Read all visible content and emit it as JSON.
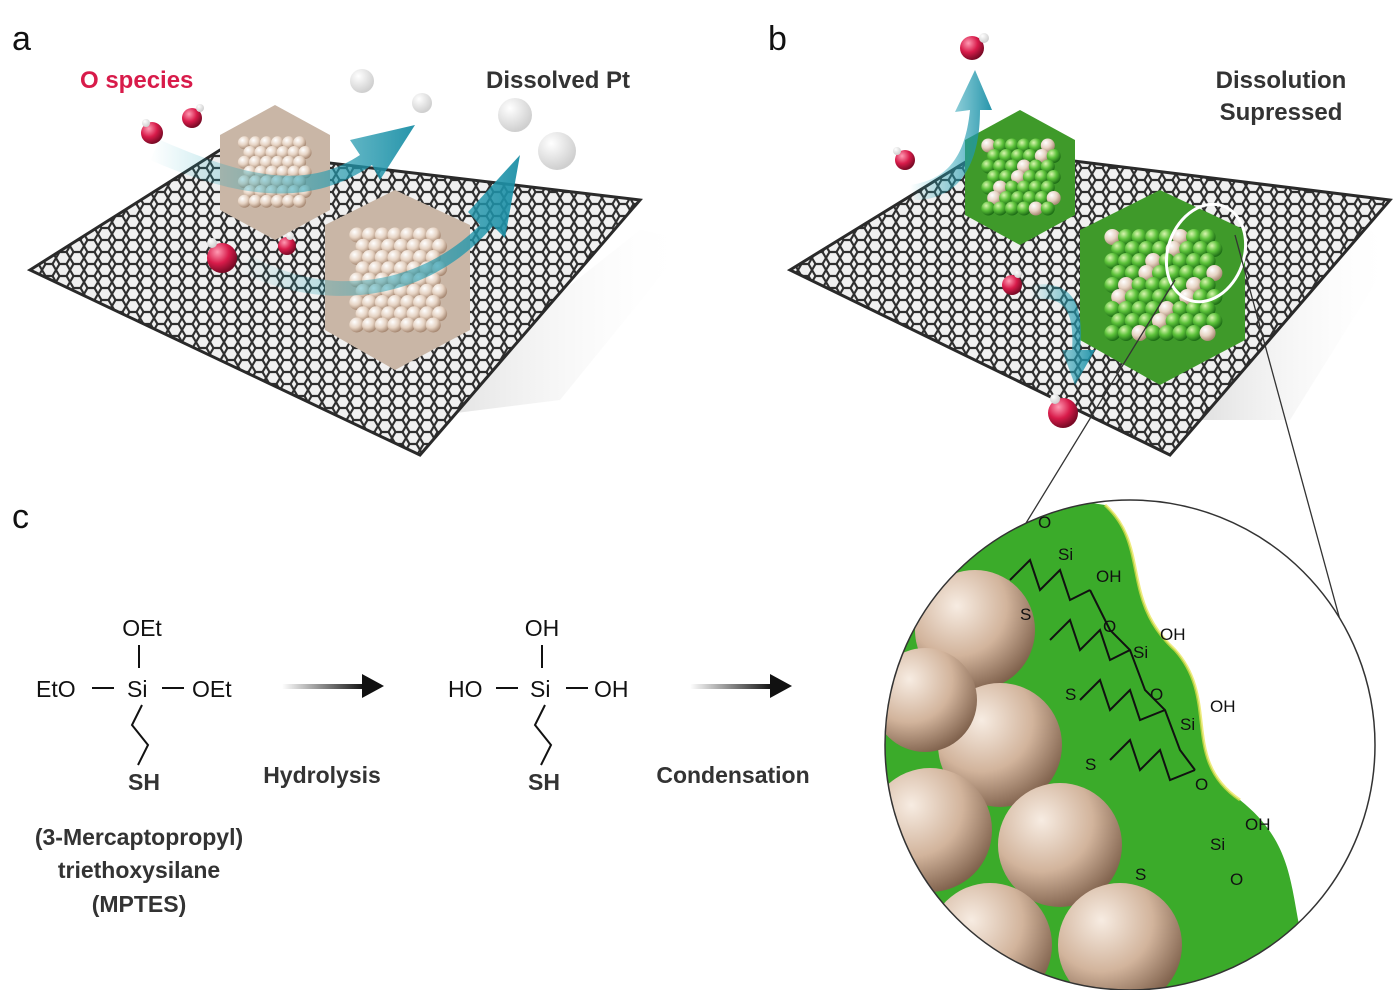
{
  "panels": {
    "a": {
      "letter": "a",
      "o_species_label": "O species",
      "dissolved_label": "Dissolved Pt"
    },
    "b": {
      "letter": "b",
      "suppressed_line1": "Dissolution",
      "suppressed_line2": "Supressed"
    },
    "c": {
      "letter": "c",
      "mptes": {
        "top": "OEt",
        "left": "EtO",
        "center": "Si",
        "right": "OEt",
        "bottom": "SH",
        "name_line1": "(3-Mercaptopropyl)",
        "name_line2": "triethoxysilane",
        "name_line3": "(MPTES)"
      },
      "step1": "Hydrolysis",
      "silanol": {
        "top": "OH",
        "left": "HO",
        "center": "Si",
        "right": "OH",
        "bottom": "SH"
      },
      "step2": "Condensation"
    }
  },
  "zoom_chain": {
    "o": "O",
    "si": "Si",
    "oh": "OH",
    "s": "S"
  },
  "colors": {
    "accent_red": "#d81b4a",
    "shell_green": "#3bab2a",
    "pt_beige": "#e6d3c3",
    "graphene": "#3a3a3a",
    "arrow_teal": "#2fb3c4"
  }
}
